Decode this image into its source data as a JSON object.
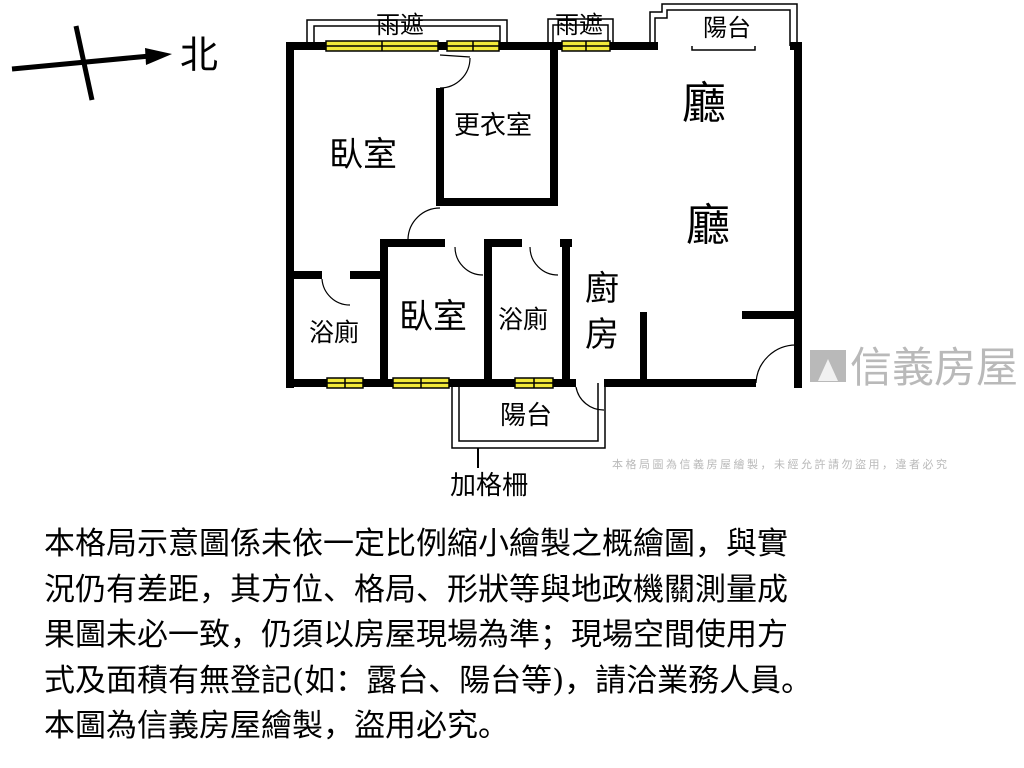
{
  "compass": {
    "direction_label": "北",
    "icon": "north-arrow-icon"
  },
  "rooms": {
    "bedroom_main": "臥室",
    "closet": "更衣室",
    "living_1": "廳",
    "living_2": "廳",
    "bath_left": "浴廁",
    "bedroom_small": "臥室",
    "bath_right": "浴廁",
    "kitchen_1": "廚",
    "kitchen_2": "房",
    "rain_cover_1": "雨遮",
    "rain_cover_2": "雨遮",
    "balcony_top": "陽台",
    "balcony_bottom": "陽台",
    "grille_note": "加格柵"
  },
  "watermark": {
    "logo_text": "信義房屋",
    "notice": "本格局圖為信義房屋繪製，未經允許請勿盜用，違者必究"
  },
  "colors": {
    "wall": "#000000",
    "window": "#f2ea3a",
    "floor_edge": "#fff8c0",
    "watermark": "#808080"
  },
  "notes": [
    "本格局示意圖係未依一定比例縮小繪製之概繪圖，與實",
    "況仍有差距，其方位、格局、形狀等與地政機關測量成",
    "果圖未必一致，仍須以房屋現場為準；現場空間使用方",
    "式及面積有無登記(如：露台、陽台等)，請洽業務人員。",
    "本圖為信義房屋繪製，盜用必究。"
  ]
}
